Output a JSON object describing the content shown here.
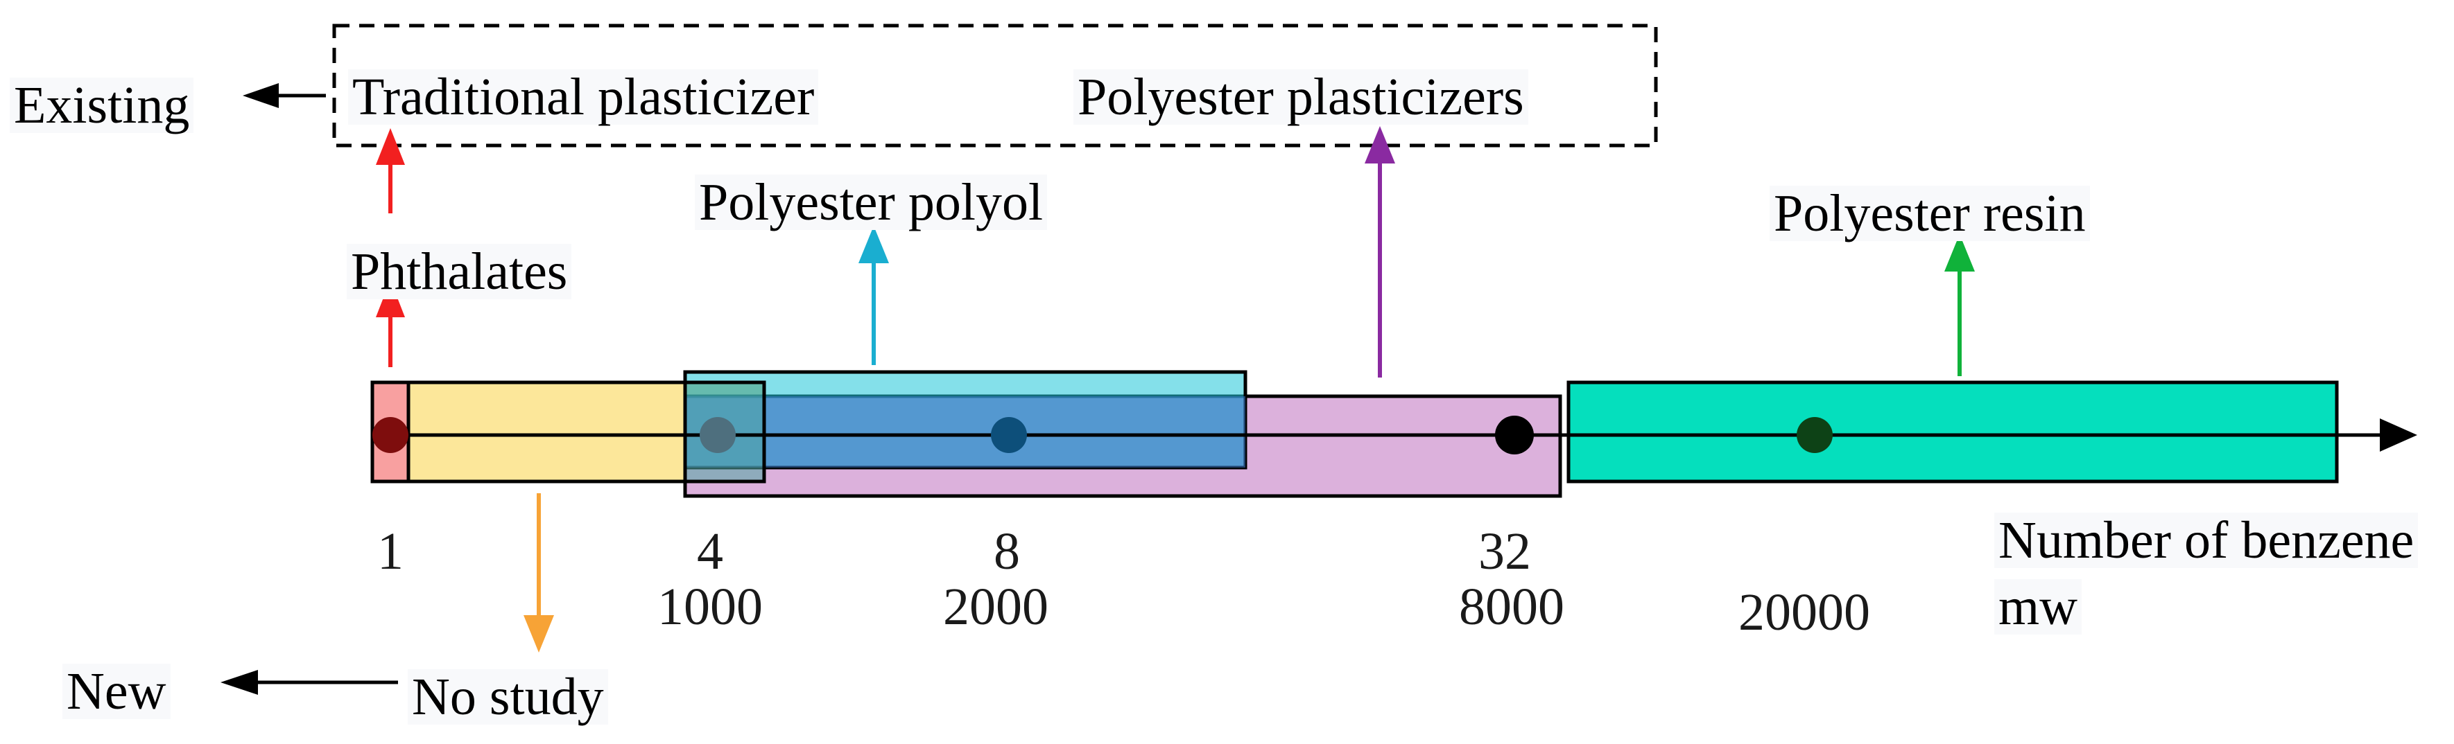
{
  "labels": {
    "existing": "Existing",
    "new": "New",
    "traditional": "Traditional plasticizer",
    "polyester_plasticizers": "Polyester plasticizers",
    "phthalates": "Phthalates",
    "polyester_polyol": "Polyester polyol",
    "polyester_resin": "Polyester resin",
    "no_study": "No study",
    "axis_benzene": "Number of benzene",
    "axis_mw": "mw"
  },
  "ticks": {
    "benzene": [
      "1",
      "4",
      "8",
      "32"
    ],
    "mw": [
      "1000",
      "2000",
      "8000",
      "20000"
    ]
  },
  "colors": {
    "phthalates_red": "#f22020",
    "no_study_orange": "#f7a336",
    "polyol_cyan": "#1aaed0",
    "plasticizer_purple": "#8a2aa1",
    "resin_green": "#10b23a",
    "red_box": "#f8a0a0",
    "yellow_box": "#fce79a",
    "cyan_box": "#7fd9e6",
    "purple_box": "#dcb1dc",
    "green_box": "#05dfbd",
    "point_dark_red": "#7e0d0d",
    "point_slate": "#4e6f7e",
    "point_navy": "#0d4f7a",
    "point_black": "#000000",
    "point_dark_green": "#0d4216"
  }
}
